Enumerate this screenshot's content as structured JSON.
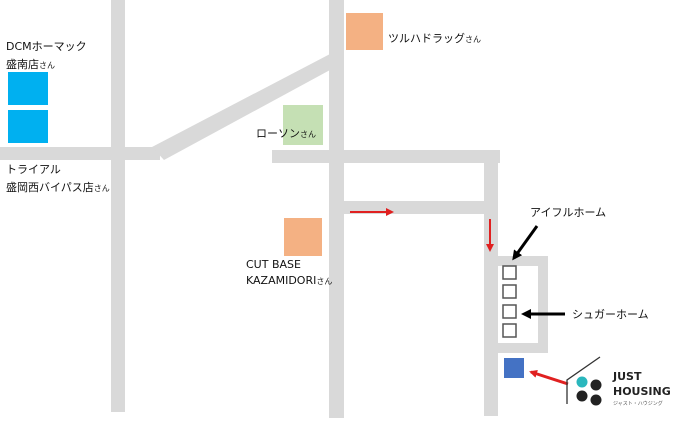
{
  "colors": {
    "road": "#d9d9d9",
    "blue_building": "#00b0f0",
    "tsuruha": "#f4b183",
    "lawson": "#c5e0b4",
    "cut_base": "#f4b183",
    "target": "#4472c4",
    "arrow_red": "#e02020",
    "arrow_black": "#000000",
    "logo_teal": "#2ab7bd",
    "logo_dark": "#222222"
  },
  "labels": {
    "dcm_line1": "DCMホーマック",
    "dcm_line2_main": "盛南店",
    "dcm_line2_suffix": "さん",
    "trial_line1": "トライアル",
    "trial_line2_main": "盛岡西バイパス店",
    "trial_line2_suffix": "さん",
    "tsuruha_main": "ツルハドラッグ",
    "tsuruha_suffix": "さん",
    "lawson_main": "ローソン",
    "lawson_suffix": "さん",
    "cut_line1": "CUT BASE",
    "cut_line2_main": "KAZAMIDORI",
    "cut_line2_suffix": "さん",
    "aiful": "アイフルホーム",
    "sugar": "シュガーホーム"
  },
  "logo": {
    "line1": "JUST",
    "line2": "HOUSING",
    "sub": "ジャスト・ハウジング"
  }
}
